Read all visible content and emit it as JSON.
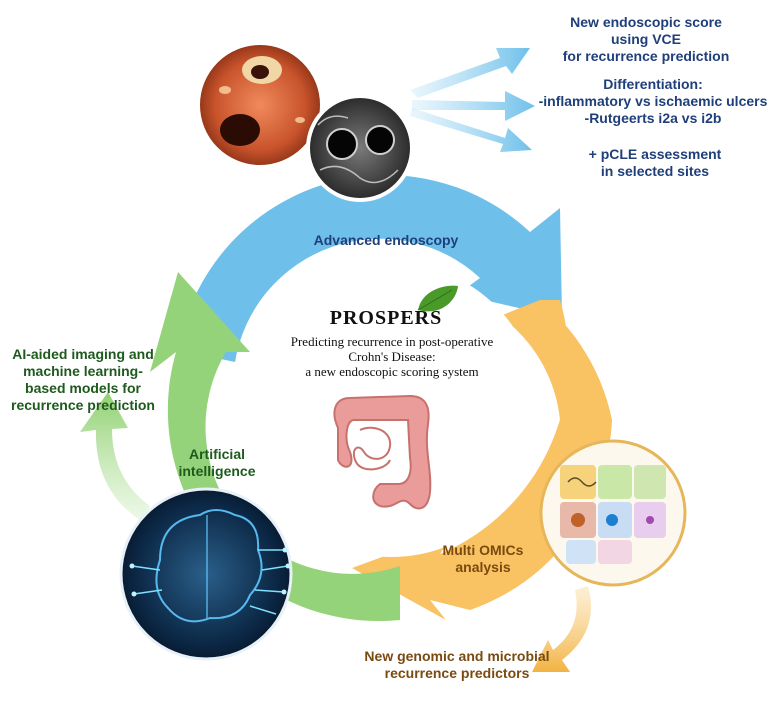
{
  "branding": {
    "name": "PROSPERS",
    "subtitle_lines": [
      "Predicting recurrence in post-operative",
      "Crohn's Disease:",
      "a new endoscopic scoring system"
    ]
  },
  "segments": {
    "blue": {
      "label": "Advanced endoscopy",
      "color": "#6ec0ea"
    },
    "orange": {
      "label_lines": [
        "Multi OMICs",
        "analysis"
      ],
      "color": "#f9c262"
    },
    "green": {
      "label_lines": [
        "Artificial",
        "intelligence"
      ],
      "color": "#95d37a"
    }
  },
  "outputs": {
    "endoscopy": [
      {
        "lines": [
          "New endoscopic score",
          "using VCE",
          "for recurrence prediction"
        ]
      },
      {
        "lines": [
          "Differentiation:",
          "-inflammatory vs ischaemic ulcers",
          "-Rutgeerts i2a vs i2b"
        ]
      },
      {
        "lines": [
          "+ pCLE assessment",
          "in selected sites"
        ]
      }
    ],
    "ai": {
      "lines": [
        "AI-aided imaging and",
        "machine learning-",
        "based models for",
        "recurrence prediction"
      ]
    },
    "omics": {
      "lines": [
        "New genomic and microbial",
        "recurrence predictors"
      ]
    }
  },
  "icons": [
    "leaf-icon",
    "colon-icon",
    "endoscopy-image",
    "pcle-image",
    "brain-circuit-image",
    "puzzle-omics-image"
  ]
}
